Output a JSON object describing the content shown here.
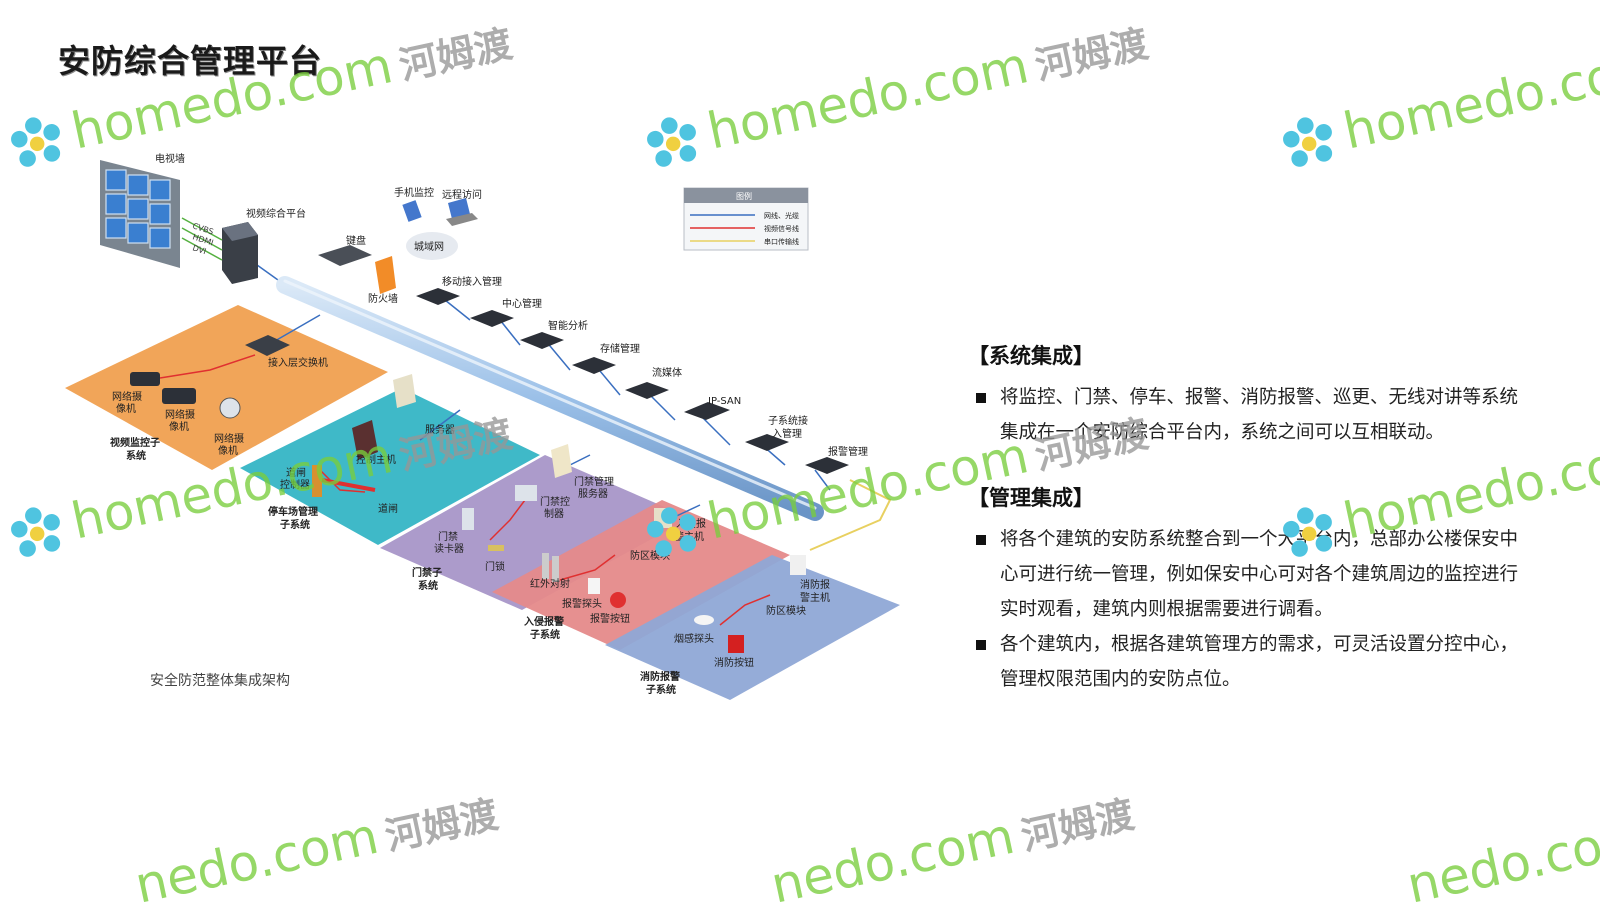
{
  "title": "安防综合管理平台",
  "caption": "安全防范整体集成架构",
  "watermark": {
    "brand": "homedo.com",
    "brand_partial_right": "homedo.co",
    "brand_partial_left": "nedo.com",
    "cn": "河姆渡",
    "color": "#78cd3c"
  },
  "colors": {
    "monitor_zone": "#f0a050",
    "parking_zone": "#35b5c5",
    "access_zone": "#a896c8",
    "alarm_zone": "#e58a8a",
    "fire_zone": "#8fa8d6",
    "backbone": "#9bc0e8"
  },
  "diagram": {
    "tv_wall": "电视墙",
    "video_platform": "视频综合平台",
    "ports": [
      "CVBS",
      "HDMI",
      "DVI"
    ],
    "keyboard": "键盘",
    "mobile_monitor": "手机监控",
    "remote_access": "远程访问",
    "wan": "城域网",
    "firewall": "防火墙",
    "mobile_access_mgmt": "移动接入管理",
    "center_mgmt": "中心管理",
    "smart_analysis": "智能分析",
    "storage_mgmt": "存储管理",
    "streaming": "流媒体",
    "ip_san": "IP-SAN",
    "subsystem_access_mgmt": [
      "子系统接",
      "入管理"
    ],
    "alarm_mgmt": "报警管理",
    "legend_title": "图例",
    "legend_items": [
      "网线、光缆",
      "视频信号线",
      "串口传输线"
    ],
    "access_switch": "接入层交换机",
    "network_camera": [
      "网络摄",
      "像机"
    ],
    "video_monitor_subsystem": [
      "视频监控子",
      "系统"
    ],
    "parking_server": "服务器",
    "control_host": "控制主机",
    "gate_controller": [
      "道闸",
      "控制器"
    ],
    "barrier": "道闸",
    "parking_subsystem": [
      "停车场管理",
      "子系统"
    ],
    "access_server": [
      "门禁管理",
      "服务器"
    ],
    "access_controller": [
      "门禁控",
      "制器"
    ],
    "card_reader": [
      "门禁",
      "读卡器"
    ],
    "door_lock": "门锁",
    "access_subsystem": [
      "门禁子",
      "系统"
    ],
    "intrusion_host": [
      "入侵报",
      "警主机"
    ],
    "zone_module": "防区模块",
    "ir_beam": "红外对射",
    "alarm_detector": "报警探头",
    "alarm_button": "报警按钮",
    "intrusion_subsystem": [
      "入侵报警",
      "子系统"
    ],
    "fire_host": [
      "消防报",
      "警主机"
    ],
    "smoke_detector": "烟感探头",
    "fire_button": "消防按钮",
    "fire_subsystem": [
      "消防报警",
      "子系统"
    ]
  },
  "sections": [
    {
      "heading": "【系统集成】",
      "bullets": [
        "将监控、门禁、停车、报警、消防报警、巡更、无线对讲等系统集成在一个安防综合平台内，系统之间可以互相联动。"
      ]
    },
    {
      "heading": "【管理集成】",
      "bullets": [
        "将各个建筑的安防系统整合到一个大平台内，总部办公楼保安中心可进行统一管理，例如保安中心可对各个建筑周边的监控进行实时观看，建筑内则根据需要进行调看。",
        "各个建筑内，根据各建筑管理方的需求，可灵活设置分控中心，管理权限范围内的安防点位。"
      ]
    }
  ]
}
